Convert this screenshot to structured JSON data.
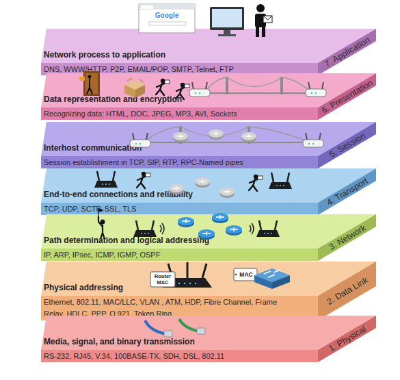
{
  "diagram": {
    "nodes": [
      {
        "text": [
          "Network process to application",
          "DNS, WWW/HTTP, P2P, EMAIL/POP, SMTP, Telnet, FTP",
          "7. Application"
        ]
      },
      {
        "text": [
          "Data representation and encryption",
          "Recognizing data: HTML, DOC, JPEG, MP3, AVI, Sockets",
          "6. Presentation"
        ]
      },
      {
        "text": [
          "Interhost communication",
          "Session establishment in TCP, SIP, RTP, RPC-Named pipes",
          "5. Session"
        ]
      },
      {
        "text": [
          "End-to-end connections and reliability",
          "TCP, UDP, SCTP, SSL, TLS",
          "4. Transport"
        ]
      },
      {
        "text": [
          "Path determination and logical addressing",
          "IP, ARP, IPsec, ICMP, IGMP, OSPF",
          "3. Network"
        ]
      },
      {
        "text": [
          "Physical addressing",
          "Ethernet, 802.11, MAC/LLC, VLAN , ATM, HDP, Fibre Channel, Frame Relay, HDLC, PPP, Q.921, Token Ring",
          "2. Data Link"
        ]
      },
      {
        "text": [
          "Media, signal, and binary transmission",
          "RS-232, RJ45, V.34, 100BASE-TX, SDH, DSL, 802.11",
          "1. Physical"
        ]
      }
    ],
    "labels": [
      "Google",
      "Router MAC",
      "MAC"
    ]
  }
}
